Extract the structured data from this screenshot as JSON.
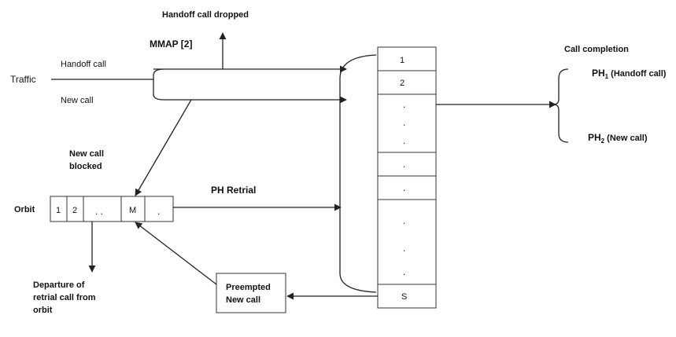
{
  "labels": {
    "handoff_dropped": "Handoff call dropped",
    "mmap": "MMAP [2]",
    "traffic": "Traffic",
    "handoff_call": "Handoff call",
    "new_call": "New call",
    "new_call_blocked_1": "New call",
    "new_call_blocked_2": "blocked",
    "orbit": "Orbit",
    "ph_retrial": "PH Retrial",
    "departure_1": "Departure of",
    "departure_2": "retrial call from",
    "departure_3": "orbit",
    "preempted_1": "Preempted",
    "preempted_2": "New call",
    "call_completion": "Call completion",
    "ph1_main": "PH",
    "ph1_sub": "1",
    "ph1_rest": " (Handoff call)",
    "ph2_main": "PH",
    "ph2_sub": "2",
    "ph2_rest": " (New call)"
  },
  "servers": {
    "first": "1",
    "second": "2",
    "dot": ".",
    "last": "S"
  },
  "orbit_cells": [
    "1",
    "2",
    ". .",
    "M",
    "."
  ]
}
